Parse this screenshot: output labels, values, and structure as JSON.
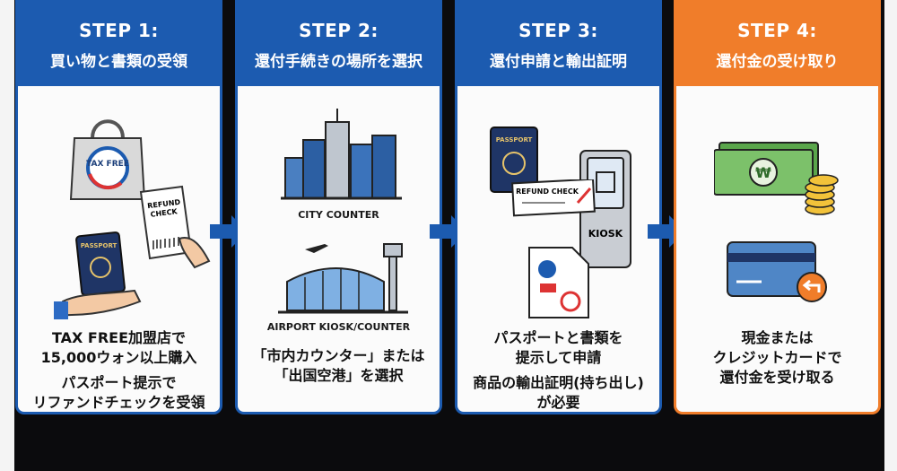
{
  "steps": [
    {
      "step": "STEP 1:",
      "title": "買い物と書類の受領",
      "icon_labels": {
        "bag": "TAX FREE",
        "receipt": "REFUND CHECK",
        "passport": "PASSPORT"
      },
      "desc": [
        "TAX FREE加盟店で\n15,000ウォン以上購入",
        "パスポート提示で\nリファンドチェックを受領"
      ]
    },
    {
      "step": "STEP 2:",
      "title": "還付手続きの場所を選択",
      "icon_labels": {
        "city": "CITY COUNTER",
        "airport": "AIRPORT KIOSK/COUNTER"
      },
      "desc": [
        "「市内カウンター」または\n「出国空港」を選択"
      ]
    },
    {
      "step": "STEP 3:",
      "title": "還付申請と輸出証明",
      "icon_labels": {
        "passport": "PASSPORT",
        "check": "REFUND CHECK",
        "kiosk": "KIOSK"
      },
      "desc": [
        "パスポートと書類を\n提示して申請",
        "商品の輸出証明(持ち出し)\nが必要"
      ]
    },
    {
      "step": "STEP 4:",
      "title": "還付金の受け取り",
      "desc": [
        "現金または\nクレジットカードで\n還付金を受け取る"
      ]
    }
  ],
  "colors": {
    "blue": "#1c5bb0",
    "orange": "#f07d2a"
  }
}
